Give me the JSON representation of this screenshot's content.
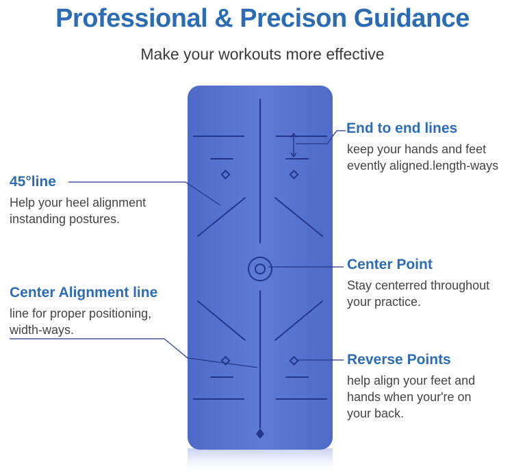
{
  "header": {
    "title": "Professional & Precison Guidance",
    "subtitle": "Make your workouts more effective"
  },
  "colors": {
    "accent": "#2b6cb4",
    "mat": "#5a76d1",
    "mat_line": "#23358a",
    "text": "#444444"
  },
  "callouts": {
    "end_to_end": {
      "label": "End to end lines",
      "desc": [
        "keep your hands and feet",
        "evently aligned.length-ways"
      ]
    },
    "line45": {
      "label": "45°line",
      "desc": [
        "Help your heel alignment",
        "instanding postures."
      ]
    },
    "center_point": {
      "label": "Center Point",
      "desc": [
        "Stay centerred throughout",
        "your practice."
      ]
    },
    "center_alignment": {
      "label": "Center Alignment line",
      "desc": [
        "line for proper positioning,",
        "width-ways."
      ]
    },
    "reverse_points": {
      "label": "Reverse Points",
      "desc": [
        "help align your feet and",
        "hands when your're on",
        "your back."
      ]
    }
  }
}
